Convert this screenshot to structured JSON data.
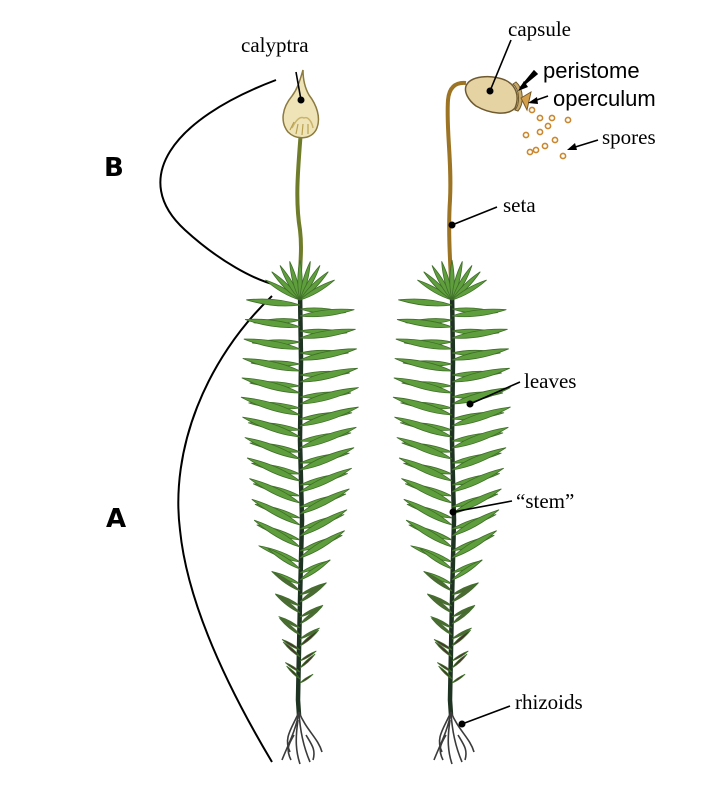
{
  "labels": {
    "calyptra": "calyptra",
    "capsule": "capsule",
    "peristome": "peristome",
    "operculum": "operculum",
    "spores": "spores",
    "seta": "seta",
    "leaves": "leaves",
    "stem": "“stem”",
    "rhizoids": "rhizoids"
  },
  "regions": {
    "a": "A",
    "b": "B"
  },
  "colors": {
    "leaf": "#5f9e3c",
    "leaf_dark": "#3f6e2a",
    "stem": "#1f3322",
    "seta": "#8a6a1e",
    "capsule": "#e6d3a4",
    "spore": "#c9882f",
    "brown_leaf": "#4a3030"
  }
}
